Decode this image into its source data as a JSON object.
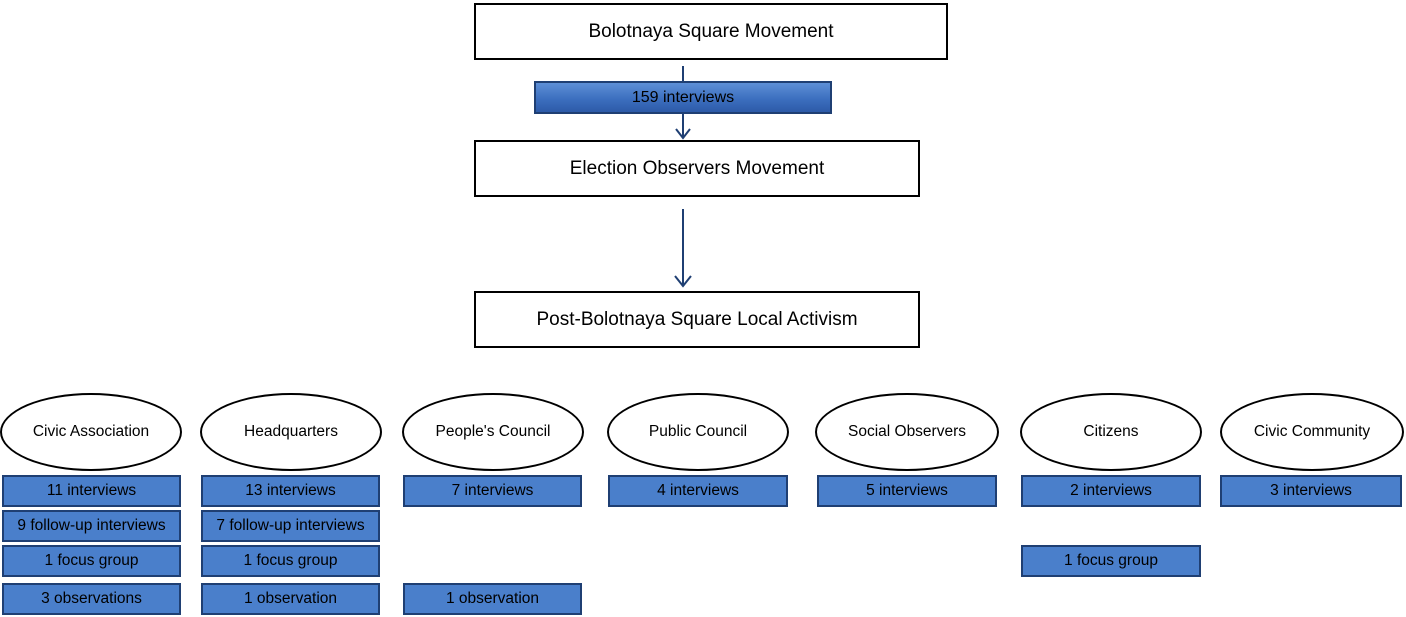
{
  "flow": {
    "top": "Bolotnaya Square Movement",
    "count_pill": "159 interviews",
    "middle": "Election Observers Movement",
    "bottom": "Post-Bolotnaya Square Local Activism"
  },
  "groups": [
    {
      "name": "Civic Association",
      "items": [
        "11 interviews",
        "9 follow-up interviews",
        "1 focus group",
        "3 observations"
      ]
    },
    {
      "name": "Headquarters",
      "items": [
        "13 interviews",
        "7 follow-up interviews",
        "1 focus group",
        "1 observation"
      ]
    },
    {
      "name": "People's Council",
      "items": [
        "7 interviews",
        "1 observation"
      ]
    },
    {
      "name": "Public Council",
      "items": [
        "4 interviews"
      ]
    },
    {
      "name": "Social Observers",
      "items": [
        "5 interviews"
      ]
    },
    {
      "name": "Citizens",
      "items": [
        "2 interviews",
        "1 focus group"
      ]
    },
    {
      "name": "Civic Community",
      "items": [
        "3 interviews"
      ]
    }
  ],
  "colors": {
    "box_fill": "#4a7fcb",
    "box_border": "#1f3f73",
    "arrow": "#1f3f73"
  }
}
